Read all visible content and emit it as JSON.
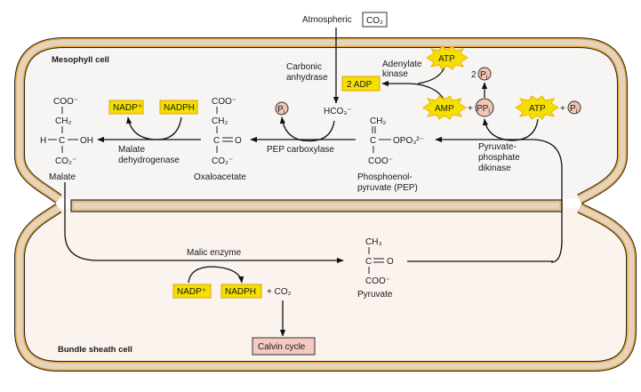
{
  "labels": {
    "atmospheric": "Atmospheric",
    "co2_box": "CO₂",
    "mesophyll": "Mesophyll cell",
    "bundle_sheath": "Bundle sheath cell",
    "carbonic_anhydrase_1": "Carbonic",
    "carbonic_anhydrase_2": "anhydrase",
    "adenylate_kinase_1": "Adenylate",
    "adenylate_kinase_2": "kinase",
    "malate_dehydrogenase_1": "Malate",
    "malate_dehydrogenase_2": "dehydrogenase",
    "pep_carboxylase": "PEP carboxylase",
    "ppdk_1": "Pyruvate-",
    "ppdk_2": "phosphate",
    "ppdk_3": "dikinase",
    "malic_enzyme": "Malic enzyme"
  },
  "molecules": {
    "malate": {
      "name": "Malate",
      "top": "COO⁻",
      "ch2": "CH₂",
      "h": "H",
      "c": "C",
      "oh": "OH",
      "bottom": "CO₂⁻"
    },
    "oxaloacetate": {
      "name": "Oxaloacetate",
      "top": "COO⁻",
      "ch2": "CH₂",
      "c": "C",
      "o": "O",
      "bottom": "CO₂⁻"
    },
    "pep": {
      "name1": "Phosphoenol-",
      "name2": "pyruvate (PEP)",
      "ch2": "CH₂",
      "c": "C",
      "opo3": "OPO₃²⁻",
      "bottom": "COO⁻"
    },
    "pyruvate": {
      "name": "Pyruvate",
      "ch3": "CH₃",
      "c": "C",
      "o": "O",
      "bottom": "COO⁻"
    },
    "hco3": "HCO₃⁻"
  },
  "cofactors": {
    "nadp_top": "NADP⁺",
    "nadph_top": "NADPH",
    "nadp_bottom": "NADP⁺",
    "nadph_bottom": "NADPH",
    "plus_co2": "+ CO₂",
    "two_adp": "2 ADP",
    "atp_top": "ATP",
    "amp": "AMP",
    "pp": "PP",
    "pp_sub": "i",
    "atp_right": "ATP",
    "pi": "P",
    "pi_sub": "i",
    "two": "2",
    "plus": "+"
  },
  "calvin_cycle": "Calvin cycle",
  "colors": {
    "highlight": "#f3e000",
    "phosphate": "#f2c5b5",
    "wall": "#e6d3bc",
    "wall_inner": "#e8a73a",
    "calvin": "#f4c9c0"
  }
}
